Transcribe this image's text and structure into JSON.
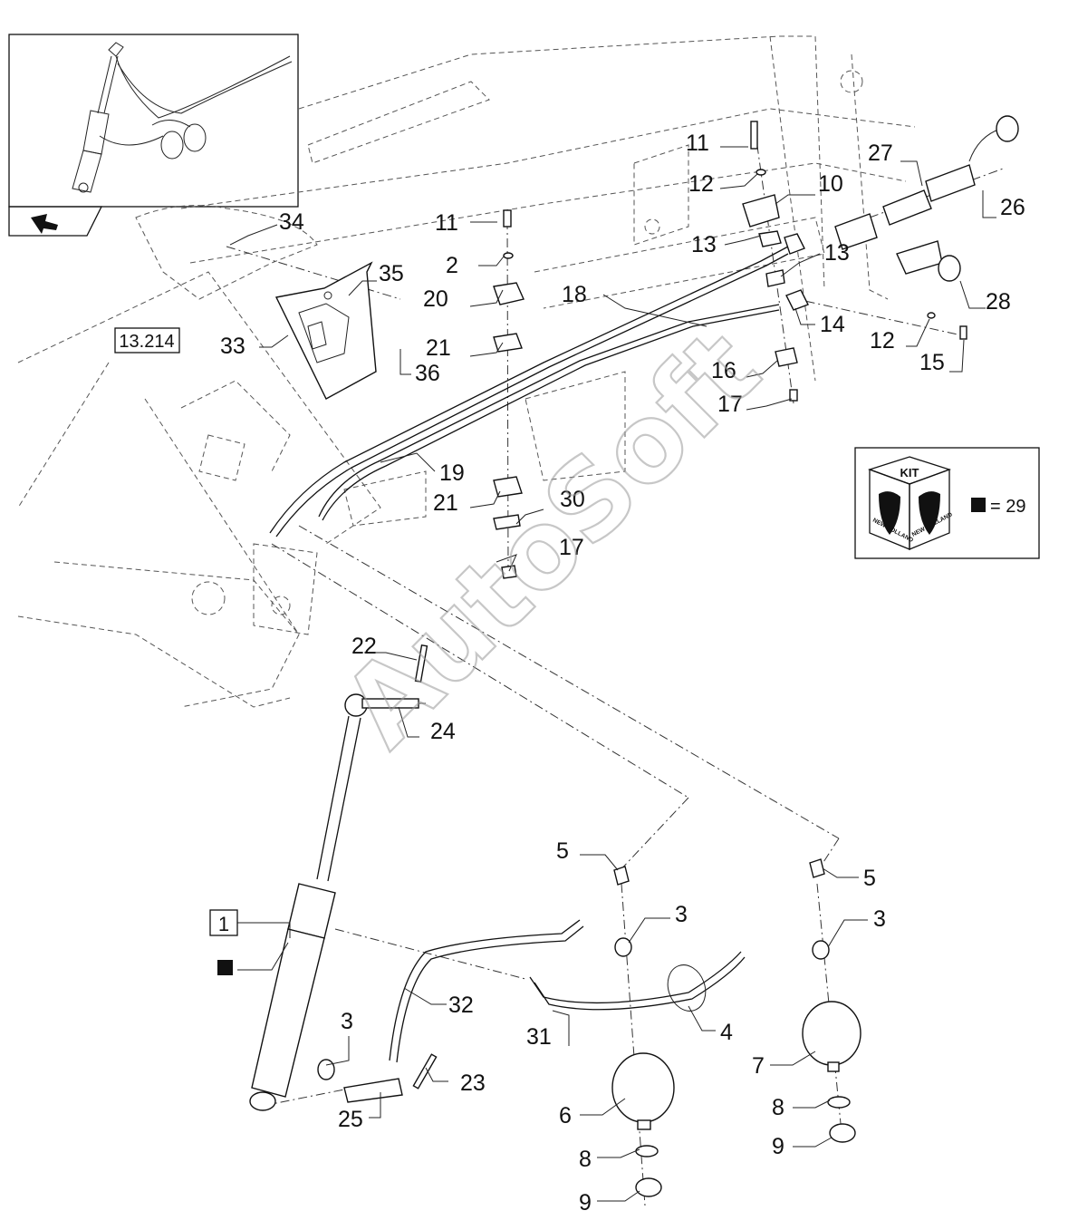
{
  "callouts": {
    "c1": "1",
    "c2": "2",
    "c3a": "3",
    "c3b": "3",
    "c3c": "3",
    "c4": "4",
    "c5a": "5",
    "c5b": "5",
    "c6": "6",
    "c7": "7",
    "c8a": "8",
    "c8b": "8",
    "c9a": "9",
    "c9b": "9",
    "c10": "10",
    "c11a": "11",
    "c11b": "11",
    "c12a": "12",
    "c12b": "12",
    "c13a": "13",
    "c13b": "13",
    "c14": "14",
    "c15": "15",
    "c16": "16",
    "c17a": "17",
    "c17b": "17",
    "c18": "18",
    "c19": "19",
    "c20": "20",
    "c21a": "21",
    "c21b": "21",
    "c22": "22",
    "c23": "23",
    "c24": "24",
    "c25": "25",
    "c26": "26",
    "c27": "27",
    "c28": "28",
    "c30": "30",
    "c31": "31",
    "c32": "32",
    "c33": "33",
    "c34": "34",
    "c35": "35",
    "c36": "36"
  },
  "reference": "13.214",
  "kit": {
    "label": "KIT",
    "brand": "NEW HOLLAND",
    "equation": "= 29"
  },
  "watermark": "AutoSoft",
  "icons": [
    "navigation-arrow-icon",
    "kit-cube-icon",
    "square-marker-icon"
  ]
}
